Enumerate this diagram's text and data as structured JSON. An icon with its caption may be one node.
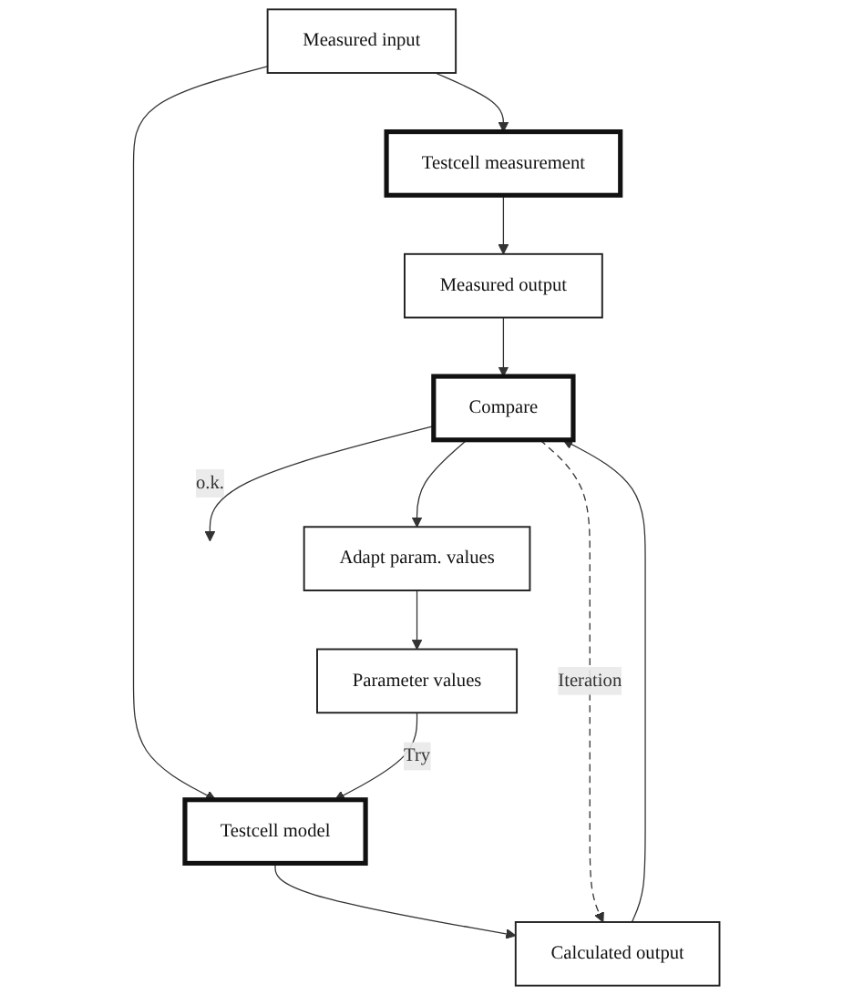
{
  "diagram": {
    "nodes": [
      {
        "text": [
          "Testcell measurement"
        ]
      },
      {
        "text": [
          "Measured output"
        ]
      },
      {
        "text": [
          "Measured input"
        ]
      },
      {
        "text": [
          "Compare"
        ]
      },
      {
        "text": [
          "Testcell model"
        ]
      },
      {
        "text": [
          "Calculated output"
        ]
      },
      {
        "text": [
          "Parameter values"
        ]
      },
      {
        "text": [
          "Adapt param. values"
        ]
      }
    ],
    "edges": [
      {
        "from": 0,
        "to": 1,
        "arrow": "to"
      },
      {
        "from": 2,
        "to": 0,
        "arrow": "to"
      },
      {
        "from": 1,
        "to": 3,
        "arrow": "to"
      },
      {
        "from": 2,
        "to": 4,
        "arrow": "to"
      },
      {
        "from": 5,
        "to": 3,
        "arrow": "to"
      },
      {
        "from": 4,
        "to": 5,
        "arrow": "to"
      },
      {
        "from": 3,
        "to": 5,
        "arrow": "to",
        "label": "Iteration",
        "style": "dashed"
      },
      {
        "from": 6,
        "to": 4,
        "arrow": "to",
        "label": "Try"
      },
      {
        "from": 3,
        "to": 7,
        "arrow": "to"
      },
      {
        "from": 7,
        "to": 6,
        "arrow": "to"
      },
      {
        "from": 3,
        "to": null,
        "arrow": "to",
        "label": "o.k."
      }
    ]
  }
}
